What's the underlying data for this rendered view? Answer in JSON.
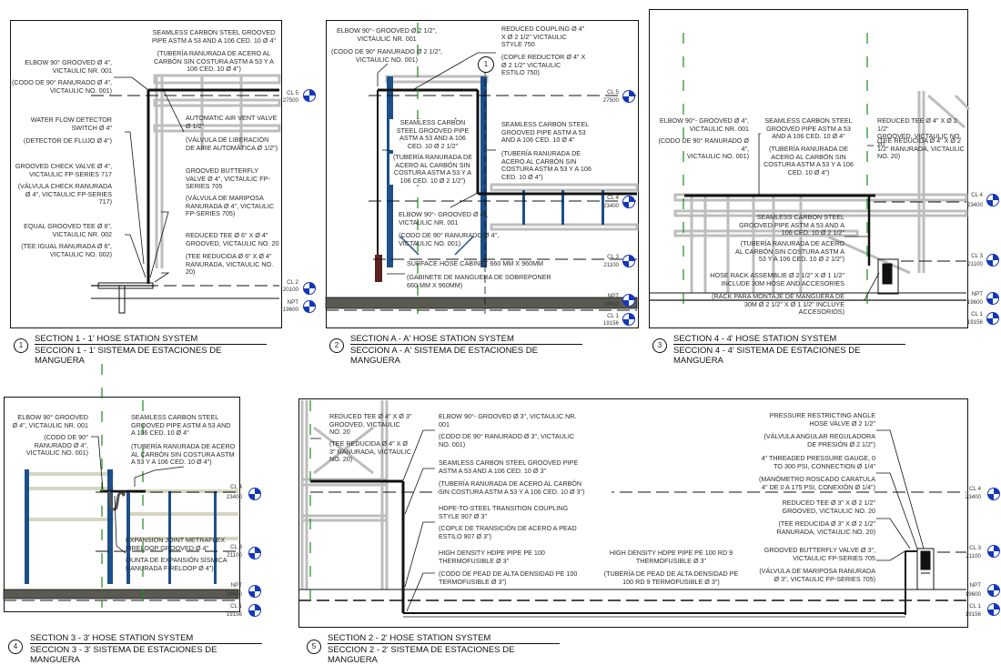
{
  "sheet": {
    "panels": [
      {
        "id": "1",
        "title_en": "SECTION 1 - 1' HOSE STATION SYSTEM",
        "title_es": "SECCION 1 - 1' SISTEMA DE ESTACIONES DE MANGUERA",
        "labels": [
          "SEAMLESS CARBON STEEL GROOVED\nPIPE ASTM A 53 AND A 106 CED. 10 Ø 4\"",
          "(TUBERÍA RANURADA DE ACERO AL\nCARBÓN SIN COSTURA ASTM A 53 Y A\n106 CED. 10  Ø 4\")",
          "ELBOW 90° GROOVED Ø 4\",\nVICTAULIC NR. 001",
          "(CODO DE 90° RANURADO Ø 4\",\nVICTAULIC NO. 001)",
          "WATER FLOW DETECTOR\nSWITCH Ø 4\"",
          "(DETECTOR DE FLUJO Ø 4\")",
          "GROOVED CHECK VALVE Ø 4\",\nVICTAULIC FP-SERIES 717",
          "(VÁLVULA CHECK RANURADA\nØ 4\", VICTAULIC FP-SERIES\n717)",
          "EQUAL GROOVED TEE Ø 6\",\nVICTAULIC NR. 002",
          "(TEE IGUAL RANURADA Ø 6\",\nVICTAULIC NO. 002)",
          "AUTOMATIC AIR VENT VALVE\nØ 1/2\"",
          "(VÁLVULA DE LIBERACIÓN\nDE AIRE AUTOMÁTICA Ø 1/2\")",
          "GROOVED BUTTERFLY\nVALVE Ø 4\", VICTAULIC FP-\nSERIES 705",
          "(VÁLVULA DE MARIPOSA\nRANURADA Ø 4\", VICTAULIC\nFP-SERIES 705)",
          "REDUCED TEE Ø 6\" X Ø 4\"\nGROOVED, VICTAULIC NO. 20",
          "(TEE REDUCIDA Ø 6\" X  Ø 4\"\nRANURADA, VICTAULIC NO.\n20)"
        ],
        "levels": [
          {
            "name": "CL 5",
            "value": "27500"
          },
          {
            "name": "CL 2",
            "value": "20100"
          },
          {
            "name": "NPT",
            "value": "19600"
          }
        ]
      },
      {
        "id": "2",
        "title_en": "SECTION A - A' HOSE STATION SYSTEM",
        "title_es": "SECCION A - A' SISTEMA DE ESTACIONES DE MANGUERA",
        "callout": "1",
        "labels": [
          "ELBOW 90°- GROOVED Ø 2 1/2\",\nVICTAULIC NR. 001",
          "(CODO DE 90° RANURADO Ø 2 1/2\",\nVICTAULIC NO. 001)",
          "REDUCED COUPLING Ø 4\"\nX Ø 2 1/2\" VICTAULIC\nSTYLE 750",
          "(COPLE REDUCTOR Ø 4\" X\nØ 2 1/2\"  VICTAULIC\nESTILO 750)",
          "SEAMLESS CARBON\nSTEEL GROOVED PIPE\nASTM A 53 AND A 106\nCED. 10 Ø 2 1/2\"",
          "(TUBERÍA RANURADA DE\nACERO AL CARBÓN SIN\nCOSTURA ASTM A 53 Y A\n106 CED. 10  Ø 2 1/2\")",
          "SEAMLESS CARBON STEEL\nGROOVED PIPE ASTM A 53\nAND A 106 CED. 10 Ø 4\"",
          "(TUBERÍA RANURADA DE\nACERO AL CARBÓN SIN\nCOSTURA ASTM A 53 Y A 106\nCED. 10  Ø 4\")",
          "ELBOW 90°- GROOVED Ø 4\",\nVICTAULIC NR. 001",
          "(CODO DE 90° RANURADO Ø 4\",\nVICTAULIC NO. 001)",
          "SURFACE HOSE CABINET 660 MM X 960MM",
          "(GABINETE DE MANGUERA DE SOBREPONER\n660 MM X 960MM)"
        ],
        "levels": [
          {
            "name": "CL 5",
            "value": "27500"
          },
          {
            "name": "CL 4",
            "value": "23400"
          },
          {
            "name": "CL 3",
            "value": "21100"
          },
          {
            "name": "NPT",
            "value": "19600"
          },
          {
            "name": "CL 1",
            "value": "19156"
          }
        ]
      },
      {
        "id": "3",
        "title_en": "SECTION 4 - 4' HOSE STATION SYSTEM",
        "title_es": "SECCION 4 - 4' SISTEMA DE ESTACIONES DE MANGUERA",
        "labels": [
          "ELBOW 90°- GROOVED Ø 4\",\nVICTAULIC NR. 001",
          "(CODO DE 90° RANURADO Ø 4\",\nVICTAULIC NO. 001)",
          "SEAMLESS CARBON STEEL\nGROOVED PIPE ASTM A 53\nAND A 106 CED. 10 Ø 4\"",
          "(TUBERÍA RANURADA DE\nACERO AL CARBÓN SIN\nCOSTURA ASTM A 53 Y A 106\nCED. 10  Ø 4\")",
          "REDUCED TEE Ø 4\" X Ø 2 1/2\"\nGROOVED, VICTAULIC NO. 20",
          "(TEE REDUCIDA Ø 4\" X  Ø 2\n1/2\" RANURADA, VICTAULIC\nNO. 20)",
          "SEAMLESS CARBON STEEL\nGROOVED PIPE ASTM A 53 AND A\n106 CED. 10 Ø 2 1/2\"",
          "(TUBERÍA RANURADA DE ACERO\nAL CARBÓN SIN COSTURA ASTM A\n53 Y A 106 CED. 10  Ø 2 1/2\")",
          "HOSE RACK ASSEMBLIE Ø 2 1/2\" X Ø 1 1/2\"\nINCLUDE 30M HOSE AND ACCESORIES",
          "(RACK PARA MONTAJE DE MANGUERA DE\n30M Ø 2 1/2\" X Ø 1 1/2\" INCLUYE\nACCESORIOS)"
        ],
        "levels": [
          {
            "name": "CL 4",
            "value": "23400"
          },
          {
            "name": "CL 3",
            "value": "21100"
          },
          {
            "name": "NPT",
            "value": "19600"
          },
          {
            "name": "CL 1",
            "value": "19156"
          }
        ]
      },
      {
        "id": "4",
        "title_en": "SECTION 3 - 3' HOSE STATION SYSTEM",
        "title_es": "SECCION 3 - 3' SISTEMA DE ESTACIONES DE MANGUERA",
        "labels": [
          "ELBOW 90° GROOVED\nØ 4\", VICTAULIC NR. 001",
          "(CODO DE 90°\nRANURADO Ø 4\",\nVICTAULIC NO. 001)",
          "SEAMLESS CARBON STEEL\nGROOVED PIPE ASTM A 53 AND\nA 106 CED. 10 Ø 4\"",
          "(TUBERÍA RANURADA DE ACERO\nAL CARBÓN SIN COSTURA ASTM\nA 53 Y A 106 CED. 10  Ø 4\")",
          "EXPANSION JOINT METRAFLEX\nFIRELOOP GROOVED Ø 4\"",
          "(JUNTA DE EXPANSIÓN SÍSMICA\nRANURADA FIRELOOP  Ø 4\")"
        ],
        "levels": [
          {
            "name": "CL 4",
            "value": "23400"
          },
          {
            "name": "CL 3",
            "value": "21100"
          },
          {
            "name": "NPT",
            "value": "19600"
          },
          {
            "name": "CL 1",
            "value": "19156"
          }
        ]
      },
      {
        "id": "5",
        "title_en": "SECTION 2 - 2' HOSE STATION SYSTEM",
        "title_es": "SECCION 2 - 2' SISTEMA DE ESTACIONES DE MANGUERA",
        "labels": [
          "REDUCED TEE Ø 4\" X Ø 3\"\nGROOVED, VICTAULIC\nNO. 20",
          "(TEE REDUCIDA Ø 4\" X  Ø\n3\" RANURADA, VICTAULIC\nNO. 20)",
          "ELBOW 90°- GROOVED Ø 3\", VICTAULIC NR.\n001",
          "(CODO DE 90° RANURADO Ø 3\", VICTAULIC\nNO. 001)",
          "SEAMLESS CARBON STEEL GROOVED PIPE\nASTM A 53 AND A 106 CED. 10 Ø 3\"",
          "(TUBERÍA RANURADA DE ACERO AL CARBÓN\nSIN COSTURA ASTM A 53 Y A 106 CED. 10  Ø 3\")",
          "HDPE-TO-STEEL TRANSITION COUPLING\nSTYLE 907 Ø 3\"",
          "(COPLE DE TRANSICIÓN DE ACERO A PEAD\nESTILO 907 Ø 3\")",
          "HIGH DENSITY HDPE PIPE PE 100\nTHERMOFUSIBLE Ø 3\"",
          "(CODO DE PEAD DE ALTA DENSIDAD PE 100\nTERMOFUSIBLE Ø 3\")",
          "HIGH DENSITY HDPE PIPE PE 100 RD 9\nTHERMOFUSIBLE Ø 3\"",
          "(TUBERÍA DE PEAD DE ALTA DENSIDAD PE\n100 RD 9 TERMOFUSIBLE Ø 3\")",
          "PRESSURE RESTRICTING ANGLE\nHOSE VALVE Ø 2 1/2\"",
          "(VÁLVULA ANGULAR REGULADORA\nDE PRESIÓN Ø 2 1/2\")",
          "4\" THREADED PRESSURE GAUGE, 0\nTO 300 PSI, CONNECTION Ø 1/4\"",
          "(MANÓMETRO ROSCADO CARATULA\n4\" DE 0 A 175 PSI, CONEXIÓN  Ø 1/4\")",
          "REDUCED TEE Ø 3\" X Ø 2 1/2\"\nGROOVED, VICTAULIC NO. 20",
          "(TEE REDUCIDA Ø 3\" X  Ø 2 1/2\"\nRANURADA, VICTAULIC NO. 20)",
          "GROOVED BUTTERFLY VALVE Ø 3\",\nVICTAULIC FP-SERIES 705",
          "(VÁLVULA DE MARIPOSA RANURADA\nØ 3\", VICTAULIC FP-SERIES 705)"
        ],
        "levels": [
          {
            "name": "CL 4",
            "value": "23400"
          },
          {
            "name": "CL 3",
            "value": "21100"
          },
          {
            "name": "NPT",
            "value": "19600"
          },
          {
            "name": "CL 1",
            "value": "19156"
          }
        ]
      }
    ],
    "colors": {
      "pipe": "#111111",
      "structure_gray": "#b0b0b0",
      "column_blue": "#1d4f8a",
      "gridline_green": "#1a8a1a",
      "level_marker_blue": "#1537b8",
      "slab": "#5a5a52"
    }
  }
}
